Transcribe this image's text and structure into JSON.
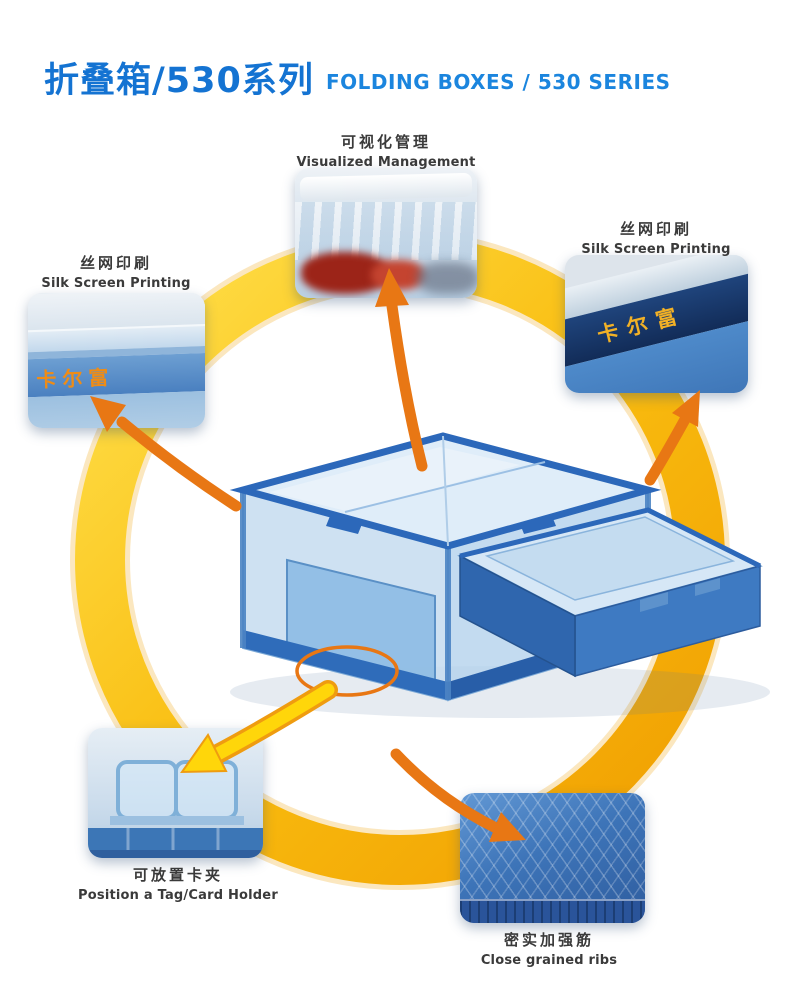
{
  "header": {
    "title_zh": "折叠箱/530系列",
    "title_en": "FOLDING BOXES / 530 SERIES"
  },
  "brand": {
    "text": "卡尔富"
  },
  "features": {
    "visualized_management": {
      "zh": "可视化管理",
      "en": "Visualized Management"
    },
    "silk_screen_right": {
      "zh": "丝网印刷",
      "en": "Silk Screen Printing"
    },
    "silk_screen_left": {
      "zh": "丝网印刷",
      "en": "Silk Screen Printing"
    },
    "card_holder": {
      "zh": "可放置卡夹",
      "en": "Position a Tag/Card Holder"
    },
    "ribs": {
      "zh": "密实加强筋",
      "en": "Close grained ribs"
    }
  },
  "colors": {
    "title_blue": "#1473d2",
    "ring_gold": "#f9bd10",
    "arrow_orange": "#e87714",
    "arrow_yellow": "#ffd60a",
    "box_blue": "#2c68ba",
    "brand_orange": "#ef8c15",
    "brand_yellow": "#f2b126",
    "navy_band": "#16386e"
  }
}
